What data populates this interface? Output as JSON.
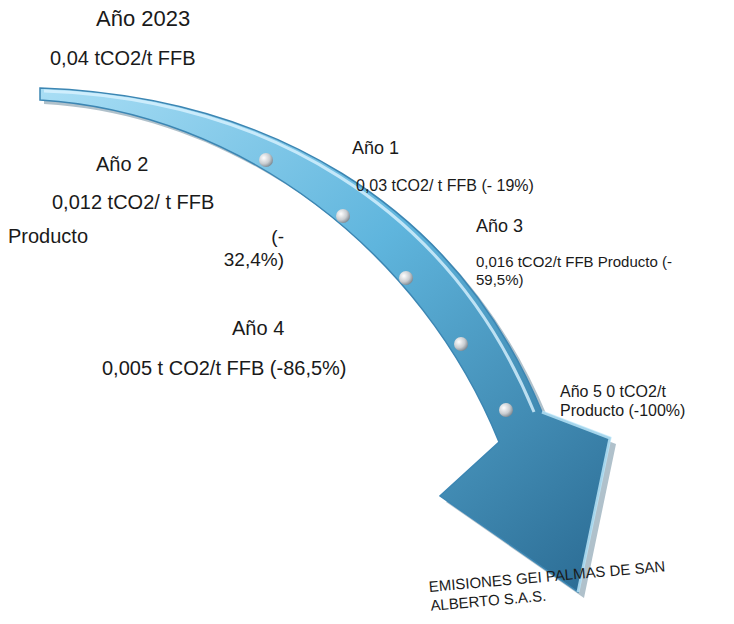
{
  "diagram": {
    "caption": "EMISIONES GEI PALMAS DE SAN ALBERTO S.A.S.",
    "labels": [
      "Año 2023",
      "0,04 tCO2/t FFB",
      "Año 1",
      "0,03 tCO2/ t FFB (- 19%)",
      "Año 2",
      "0,012 tCO2/ t FFB",
      "Producto",
      "(- 32,4%)",
      "Año 3",
      "0,016 tCO2/t FFB Producto (- 59,5%)",
      "Año 4",
      "0,005 t CO2/t FFB (-86,5%)",
      "Año 5 0 tCO2/t Producto (-100%)"
    ]
  }
}
